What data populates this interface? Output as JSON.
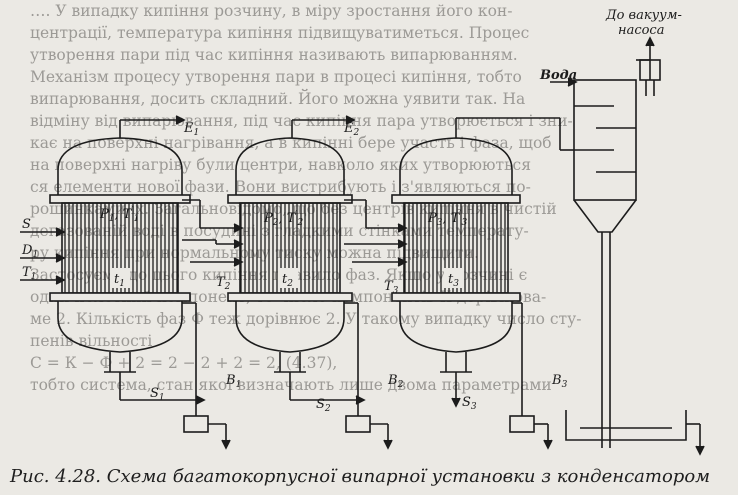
{
  "background_text": [
    "…. У випадку кипіння розчину, в міру зростання його кон-",
    "центрації, температура кипіння підвищуватиметься. Процес",
    "утворення пари під час кипіння називають випарюванням.",
    "Механізм процесу утворення пари в процесі кипіння, тобто",
    "випарювання, досить складний. Його можна уявити так. На",
    "відміну від випарювання, під час кипіння пара утворюється і зни-",
    "кає на поверхні нагрівання, а в кипінні бере участь і фаза, щоб",
    "на поверхні нагріву були центри, навколо яких утворюються",
    "ся елементи нової фази. Вони вистрибують і з'являються по-",
    "рошинками їх. Загальновідомо, що без центрів кипіння в чистій",
    "дегазованій воді в посудині з гладкими стінками температу-",
    "ру кипіння при нормальному тиску можна підвищити.",
    "Застосуємо до цього кипіння правило фаз. Якщо у розчині є",
    "один нелеткий компонент, то число компонентів К дорівнюва-",
    "ме 2. Кількість фаз Ф теж дорівнює 2. У такому випадку число сту-",
    "пенів вільності",
    "С = К − Ф + 2 = 2 − 2 + 2 = 2,                  (4.37),",
    "тобто система, стан якої визначають лише двома параметрами"
  ],
  "labels": {
    "vacuum_line1": "До вакуум-",
    "vacuum_line2": "насоса",
    "water": "Вода",
    "e1": "E",
    "e1_sub": "1",
    "e2": "E",
    "e2_sub": "2",
    "s_in": "S",
    "d1": "D",
    "d1_sub": "1",
    "t1_in": "T",
    "t1_in_sub": "1",
    "p1": "P",
    "p1_sub": "1",
    "tp1": ", T",
    "tp1_sup": "′",
    "tp1_sub": "1",
    "p2": "P",
    "p2_sub": "2",
    "tp2": ", T",
    "tp2_sup": "′",
    "tp2_sub": "2",
    "p3": "P",
    "p3_sub": "3",
    "tp3": ", T",
    "tp3_sup": "′",
    "tp3_sub": "3",
    "t_body1": "t",
    "t_body1_sub": "1",
    "t_body2": "t",
    "t_body2_sub": "2",
    "t_body3": "t",
    "t_body3_sub": "3",
    "t2": "T",
    "t2_sub": "2",
    "t3": "T",
    "t3_sub": "3",
    "b1": "B",
    "b1_sub": "1",
    "b2": "B",
    "b2_sub": "2",
    "b3": "B",
    "b3_sub": "3",
    "s1": "S",
    "s1_sub": "1",
    "s2": "S",
    "s2_sub": "2",
    "s3": "S",
    "s3_sub": "3"
  },
  "caption": "Рис. 4.28. Схема багатокорпусної випарної установки з конденсатором"
}
